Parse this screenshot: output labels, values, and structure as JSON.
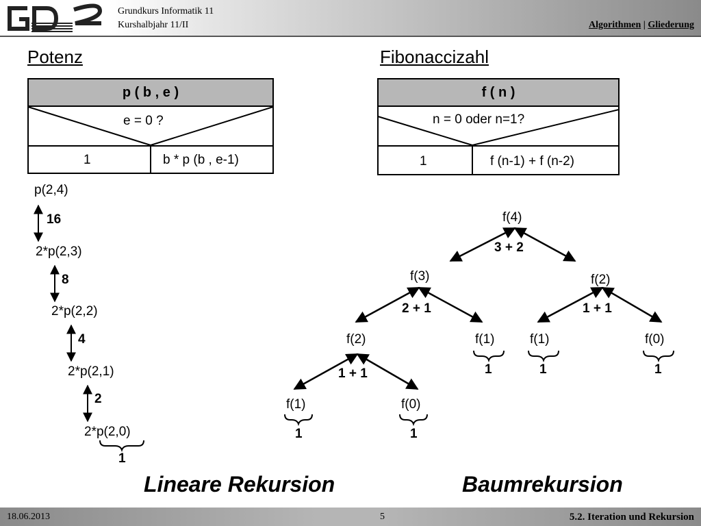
{
  "header": {
    "course_line1": "Grundkurs Informatik 11",
    "course_line2": "Kurshalbjahr 11/II",
    "nav_link1": "Algorithmen",
    "nav_sep": " | ",
    "nav_link2": "Gliederung"
  },
  "left": {
    "title": "Potenz",
    "struct": {
      "head": "p ( b , e )",
      "condition": "e = 0 ?",
      "yes": "1",
      "no": "b * p (b , e-1)"
    },
    "chain": [
      {
        "label": "p(2,4)",
        "result": "16"
      },
      {
        "label": "2*p(2,3)",
        "result": "8"
      },
      {
        "label": "2*p(2,2)",
        "result": "4"
      },
      {
        "label": "2*p(2,1)",
        "result": "2"
      },
      {
        "label": "2*p(2,0)",
        "result": "1"
      }
    ],
    "caption": "Lineare Rekursion"
  },
  "right": {
    "title": "Fibonaccizahl",
    "struct": {
      "head": "f ( n )",
      "condition": "n = 0 oder n=1?",
      "yes": "1",
      "no": "f (n-1) + f (n-2)"
    },
    "tree": {
      "f4": "f(4)",
      "sum4": "3 + 2",
      "f3": "f(3)",
      "sum3": "2 + 1",
      "f2a": "f(2)",
      "sum2a": "1 + 1",
      "f2b": "f(2)",
      "sum2b": "1 + 1",
      "f1a": "f(1)",
      "f1a_val": "1",
      "f0a": "f(0)",
      "f0a_val": "1",
      "f1b": "f(1)",
      "f1b_val": "1",
      "f1c": "f(1)",
      "f1c_val": "1",
      "f0b": "f(0)",
      "f0b_val": "1"
    },
    "caption": "Baumrekursion"
  },
  "footer": {
    "date": "18.06.2013",
    "page": "5",
    "section": "5.2.  Iteration und Rekursion"
  }
}
